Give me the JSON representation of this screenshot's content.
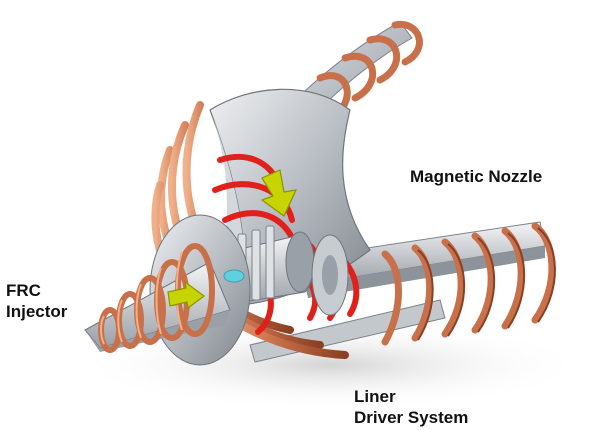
{
  "labels": {
    "magnetic_nozzle": "Magnetic Nozzle",
    "frc_line1": "FRC",
    "frc_line2": "Injector",
    "liner_line1": "Liner",
    "liner_line2": "Driver System"
  },
  "colors": {
    "copper": "#c8704a",
    "copper_dark": "#8a3f22",
    "copper_light": "#f0b08a",
    "steel": "#b9bec4",
    "steel_light": "#e9ecef",
    "steel_dark": "#7d838b",
    "red_coil": "#e0201a",
    "arrow_yellow": "#c8d400",
    "arrow_dark": "#8a9400",
    "plasma_cyan": "#5fd0df",
    "shadow": "#d8d8d8"
  }
}
